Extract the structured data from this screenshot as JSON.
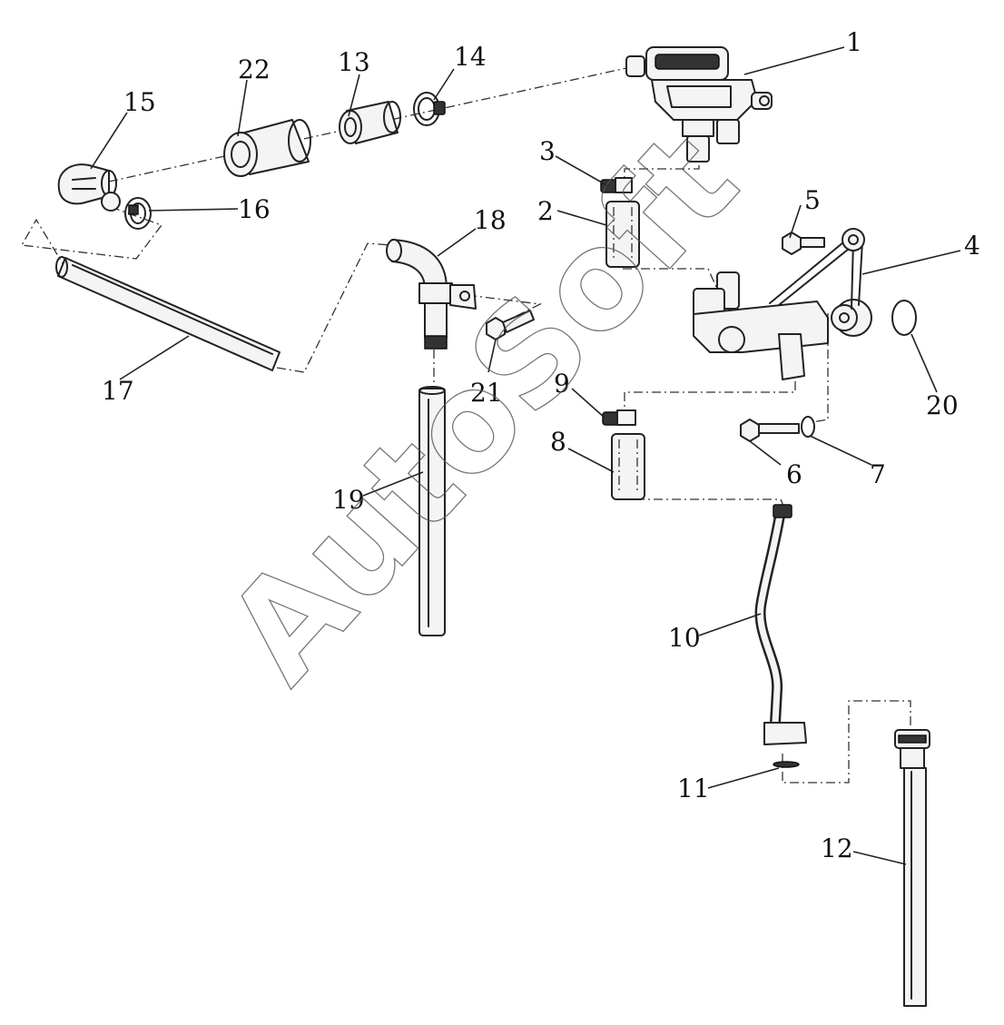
{
  "watermark": "AutoSoft",
  "callouts": [
    "1",
    "2",
    "3",
    "4",
    "5",
    "6",
    "7",
    "8",
    "9",
    "10",
    "11",
    "12",
    "13",
    "14",
    "15",
    "16",
    "17",
    "18",
    "19",
    "20",
    "21",
    "22"
  ]
}
